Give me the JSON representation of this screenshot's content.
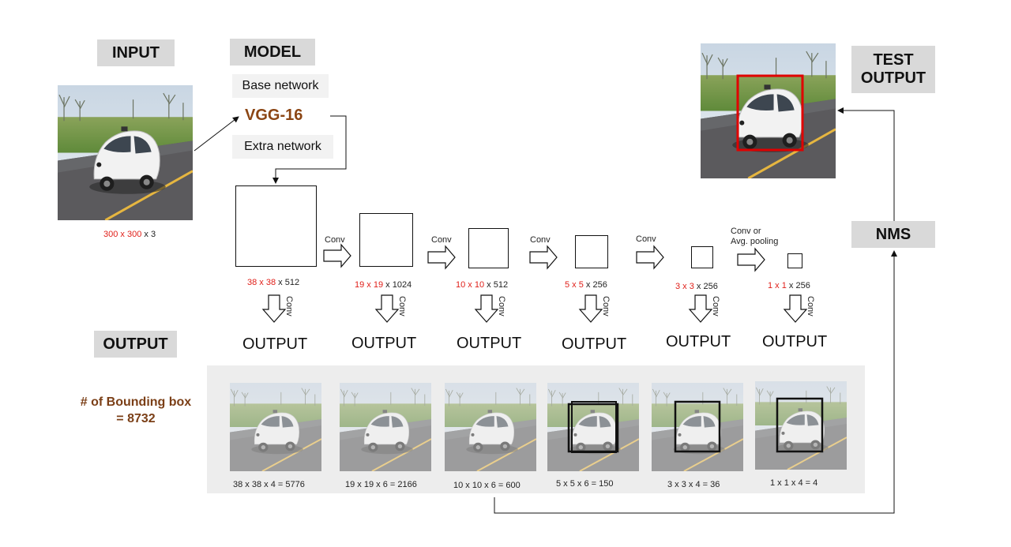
{
  "labels": {
    "input": "INPUT",
    "model": "MODEL",
    "base_network": "Base network",
    "vgg": "VGG-16",
    "extra_network": "Extra network",
    "output": "OUTPUT",
    "test_output": "TEST\nOUTPUT",
    "nms": "NMS",
    "bbox_line1": "# of Bounding box",
    "bbox_line2": "= 8732"
  },
  "input_dim": {
    "red": "300 x 300",
    "rest": " x 3"
  },
  "feature_maps": [
    {
      "red": "38 x 38",
      "rest": " x 512",
      "output": "OUTPUT",
      "conv_down": "Conv",
      "caption": "38 x 38 x 4 = 5776"
    },
    {
      "red": "19 x 19",
      "rest": " x 1024",
      "output": "OUTPUT",
      "conv_down": "Conv",
      "caption": "19 x 19 x 6 = 2166"
    },
    {
      "red": "10 x 10",
      "rest": " x 512",
      "output": "OUTPUT",
      "conv_down": "Conv",
      "caption": "10 x 10 x 6 = 600"
    },
    {
      "red": "5 x 5",
      "rest": " x 256",
      "output": "OUTPUT",
      "conv_down": "Conv",
      "caption": "5 x 5 x 6 = 150"
    },
    {
      "red": "3 x 3",
      "rest": " x 256",
      "output": "OUTPUT",
      "conv_down": "Conv",
      "caption": "3 x 3 x 4 = 36"
    },
    {
      "red": "1 x 1",
      "rest": " x 256",
      "output": "OUTPUT",
      "conv_down": "Conv",
      "caption": "1 x 1 x 4 = 4"
    }
  ],
  "transitions": [
    "Conv",
    "Conv",
    "Conv",
    "Conv",
    "Conv or\nAvg. pooling"
  ],
  "colors": {
    "red": "#e0201a",
    "box": "#111111",
    "detect": "#e00000",
    "accent": "#8b4513"
  }
}
